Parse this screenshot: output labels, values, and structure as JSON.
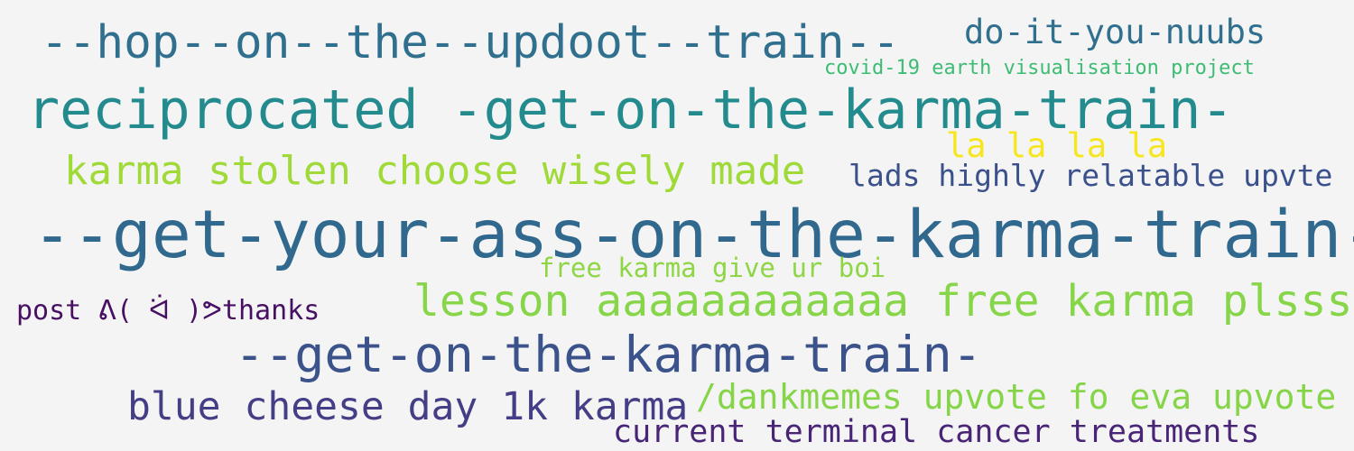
{
  "words": [
    {
      "text": "--hop--on--the--updoot--train--",
      "color": "#30708e"
    },
    {
      "text": "do-it-you-nuubs",
      "color": "#30708e"
    },
    {
      "text": "covid-19 earth visualisation project",
      "color": "#3dbc74"
    },
    {
      "text": "reciprocated -get-on-the-karma-train-",
      "color": "#238a8d"
    },
    {
      "text": "la la la la",
      "color": "#f6e620"
    },
    {
      "text": "karma stolen choose wisely made",
      "color": "#a0da39"
    },
    {
      "text": "lads highly relatable upvte",
      "color": "#3b518b"
    },
    {
      "text": "--get-your-ass-on-the-karma-train-",
      "color": "#30688e"
    },
    {
      "text": "free karma give ur boi",
      "color": "#8ed645"
    },
    {
      "text": "post ᕕ( ᐛ )ᕗthanks",
      "color": "#471063"
    },
    {
      "text": "lesson aaaaaaaaaaaa free karma plsss",
      "color": "#87d549"
    },
    {
      "text": "--get-on-the-karma-train-",
      "color": "#3b528b"
    },
    {
      "text": "blue cheese day 1k karma",
      "color": "#433e85"
    },
    {
      "text": "/dankmemes upvote fo eva upvote",
      "color": "#86d549"
    },
    {
      "text": "current terminal cancer treatments",
      "color": "#482576"
    }
  ]
}
